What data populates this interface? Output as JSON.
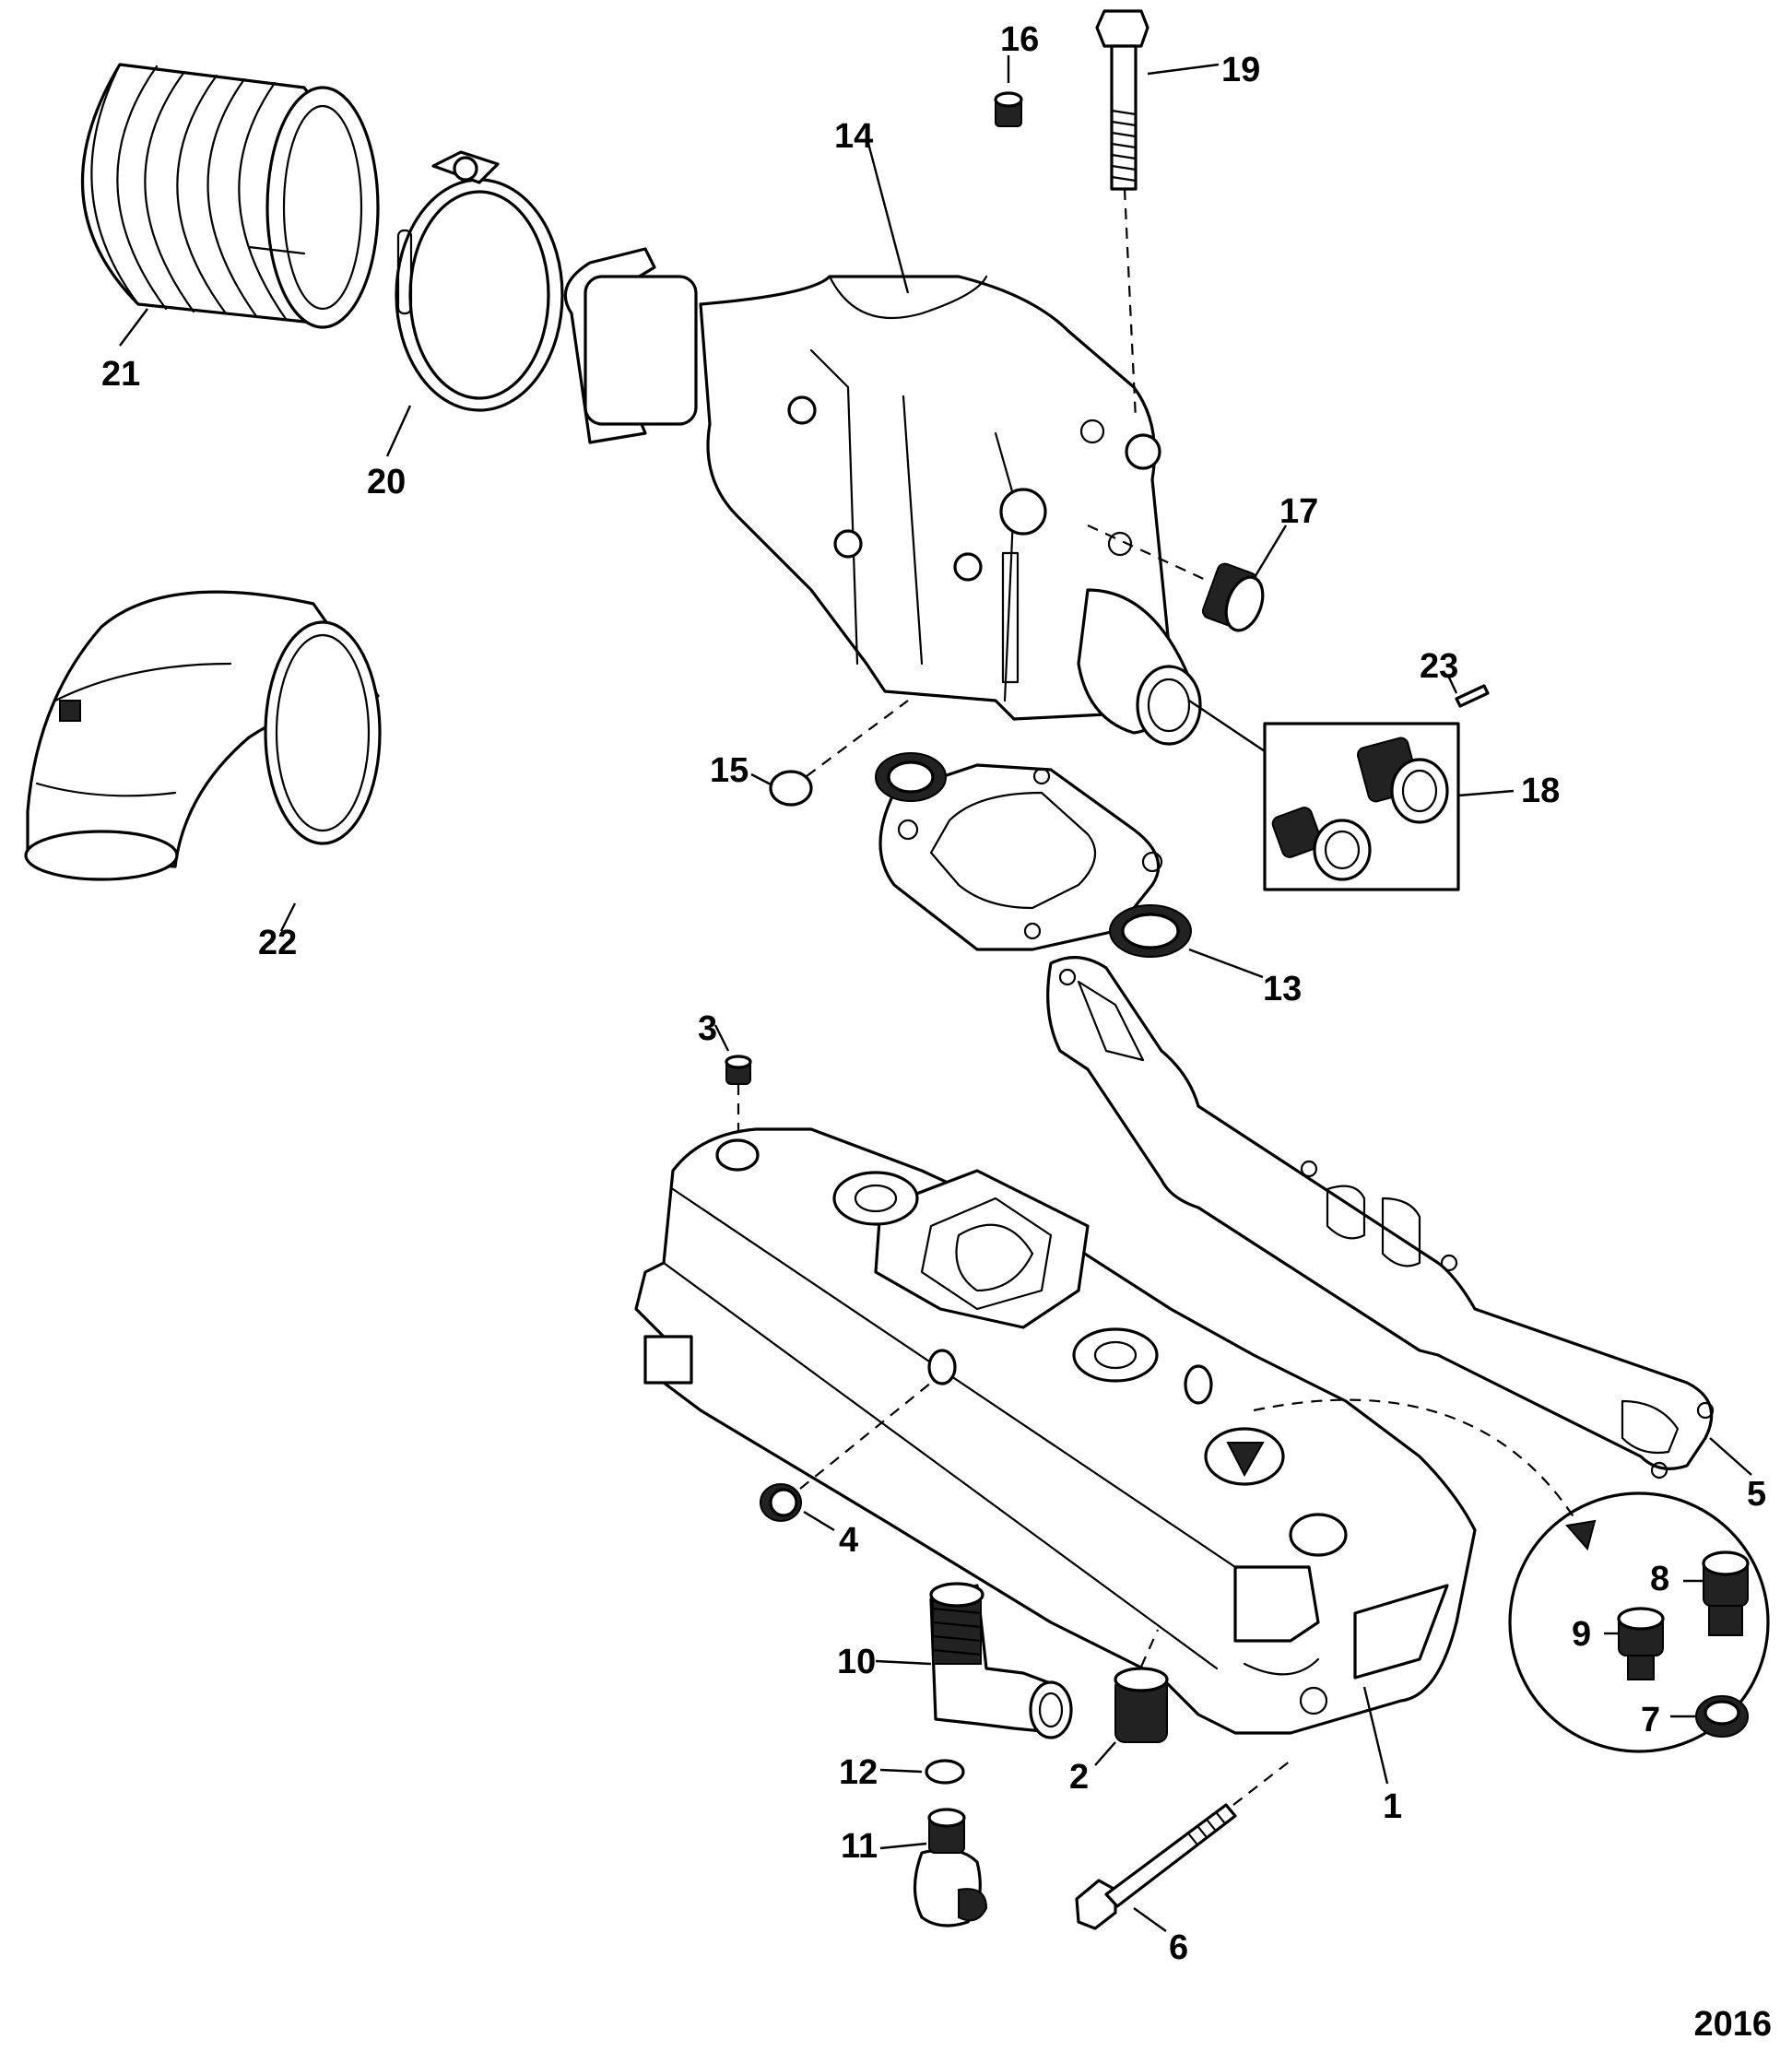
{
  "callouts": {
    "c1": "1",
    "c2": "2",
    "c3": "3",
    "c4": "4",
    "c5": "5",
    "c6": "6",
    "c7": "7",
    "c8": "8",
    "c9": "9",
    "c10": "10",
    "c11": "11",
    "c12": "12",
    "c13": "13",
    "c14": "14",
    "c15": "15",
    "c16": "16",
    "c17": "17",
    "c18": "18",
    "c19": "19",
    "c20": "20",
    "c21": "21",
    "c22": "22",
    "c23": "23"
  },
  "figure_number": "2016"
}
